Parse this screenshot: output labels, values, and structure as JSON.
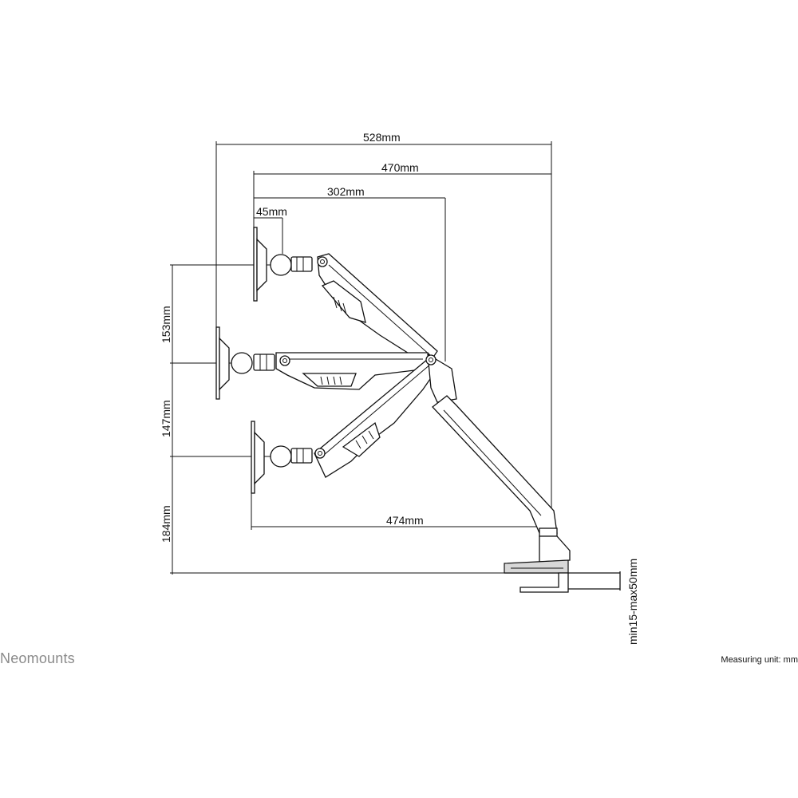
{
  "dimensions": {
    "overall_reach": "528mm",
    "arm_reach": "470mm",
    "lower_arm_reach": "302mm",
    "vesa_offset": "45mm",
    "lowest_reach": "474mm",
    "upper_height": "153mm",
    "middle_height": "147mm",
    "base_height": "184mm",
    "desk_thickness": "min15-max50mm"
  },
  "footer": {
    "brand": "Neomounts",
    "unit_note": "Measuring unit: mm"
  }
}
